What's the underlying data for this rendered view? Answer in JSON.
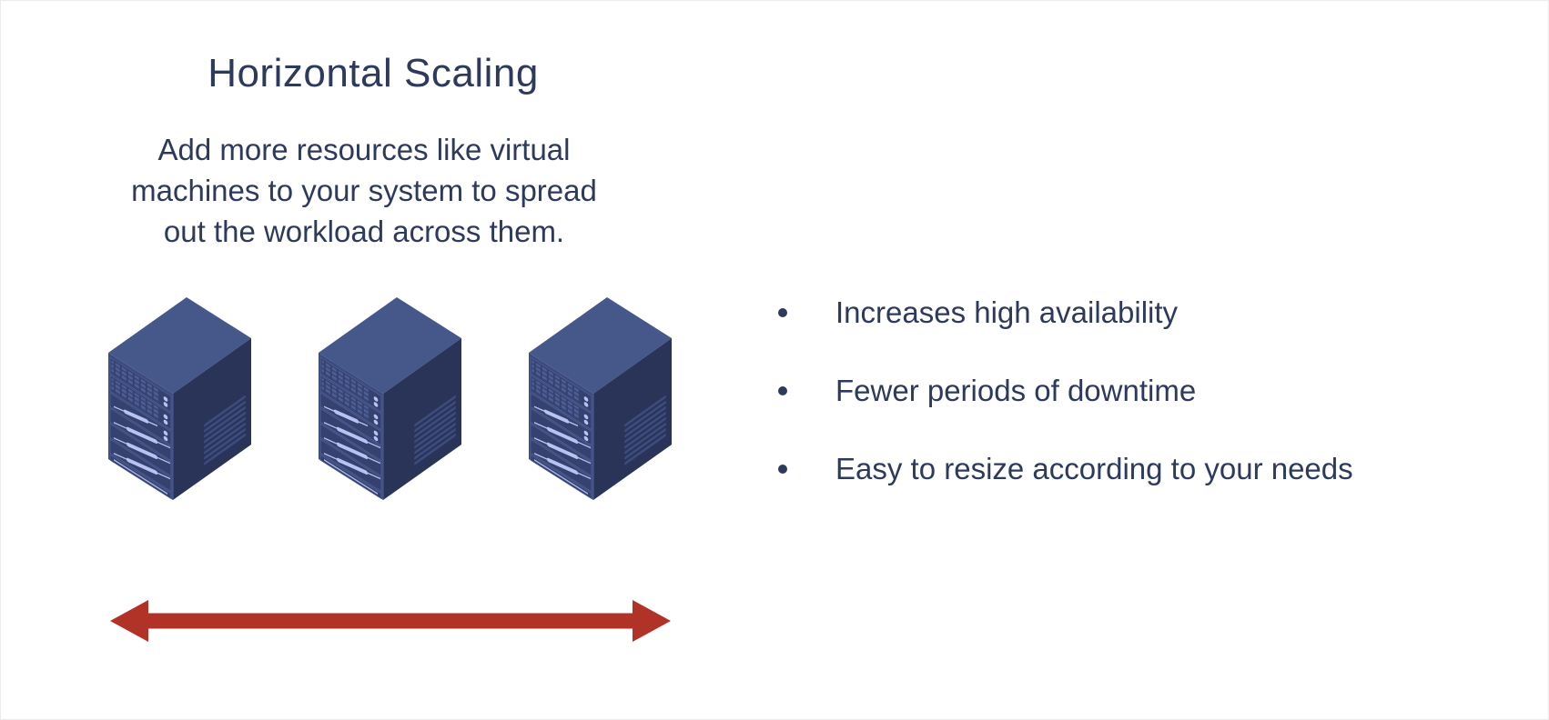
{
  "slide": {
    "title": "Horizontal Scaling",
    "subtitle": "Add more resources like virtual machines to your system to spread out the workload across them.",
    "subtitle_lines": [
      "Add more resources like virtual",
      "machines to your system to spread",
      "out the workload across them."
    ]
  },
  "illustration": {
    "server_icon": {
      "name": "server-tower-icon",
      "count": 3
    },
    "arrow_icon": {
      "name": "double-headed-horizontal-arrow-icon",
      "direction": "horizontal"
    }
  },
  "benefits": [
    {
      "label": "Increases high availability"
    },
    {
      "label": "Fewer periods of downtime"
    },
    {
      "label": "Easy to resize according to your needs"
    }
  ],
  "colors": {
    "text_navy": "#2d3a5c",
    "arrow_red": "#b13327",
    "server_top": "#46578a",
    "server_front": "#3c4c7e",
    "server_side": "#2a3459",
    "server_panel": "#35426f",
    "server_grid_cell": "#4d5d96",
    "server_light_detail": "#b9c3f3"
  }
}
